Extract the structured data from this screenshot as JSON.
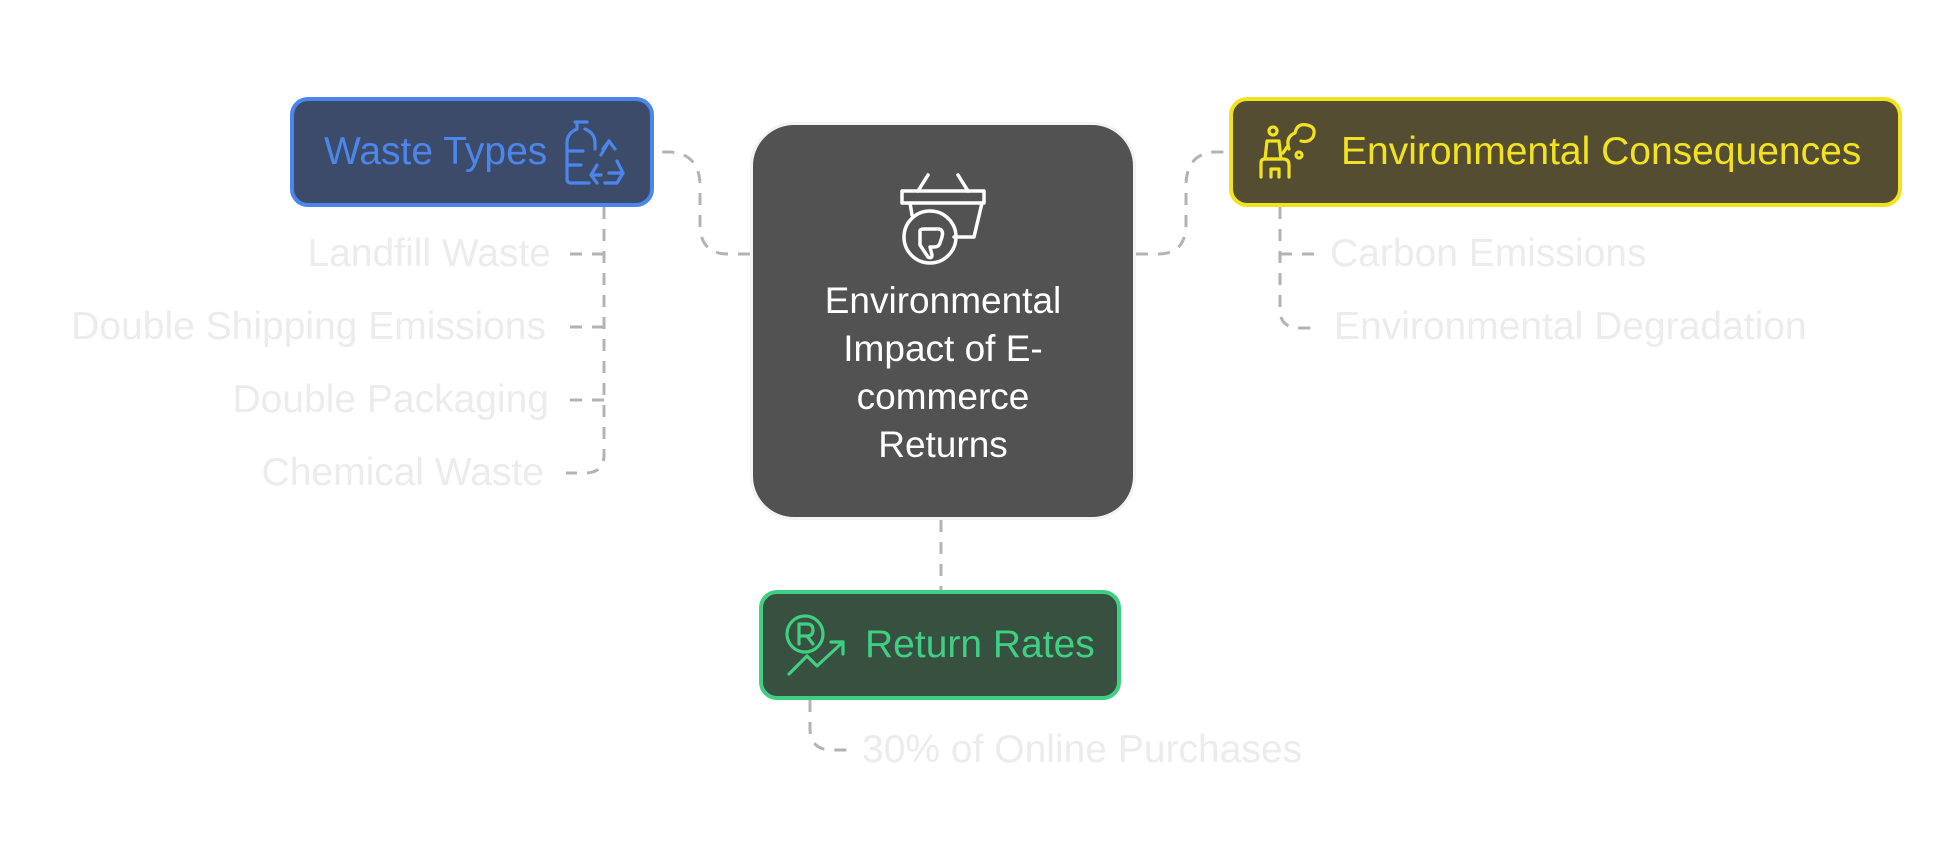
{
  "center": {
    "title": "Environmental Impact of E-commerce Returns",
    "icon": "basket-thumbs-down-icon"
  },
  "categories": {
    "waste_types": {
      "label": "Waste Types",
      "icon": "bottle-recycle-icon",
      "color": "#4b86ec",
      "items": [
        "Landfill Waste",
        "Double Shipping Emissions",
        "Double Packaging",
        "Chemical Waste"
      ]
    },
    "environmental_consequences": {
      "label": "Environmental Consequences",
      "icon": "factory-smoke-icon",
      "color": "#f3e31e",
      "items": [
        "Carbon Emissions",
        "Environmental Degradation"
      ]
    },
    "return_rates": {
      "label": "Return Rates",
      "icon": "returns-trend-icon",
      "color": "#3ecf82",
      "items": [
        "30% of Online Purchases"
      ]
    }
  }
}
